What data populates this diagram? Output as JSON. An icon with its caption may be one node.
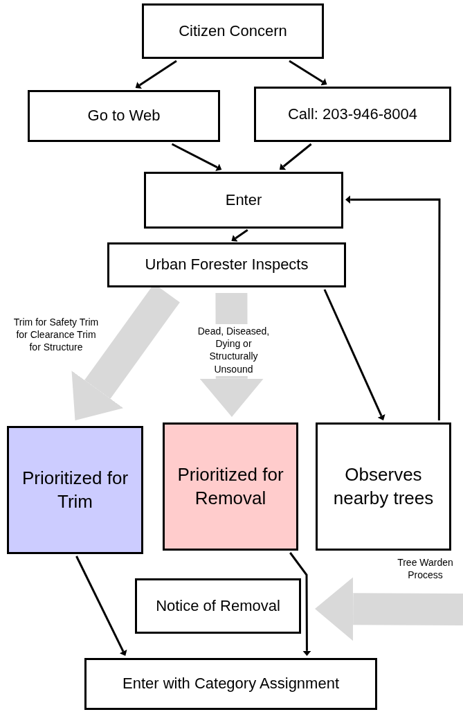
{
  "diagram": {
    "nodes": [
      {
        "text": [
          "Citizen Concern"
        ]
      },
      {
        "text": [
          "Go to Web"
        ]
      },
      {
        "text": [
          "Call: 203-946-8004"
        ]
      },
      {
        "text": [
          "Enter"
        ]
      },
      {
        "text": [
          "Urban Forester Inspects"
        ]
      },
      {
        "text": [
          "Prioritized for Trim"
        ]
      },
      {
        "text": [
          "Prioritized for Removal"
        ]
      },
      {
        "text": [
          "Observes nearby trees"
        ]
      },
      {
        "text": [
          "Notice of Removal"
        ]
      },
      {
        "text": [
          "Enter with Category Assignment"
        ]
      }
    ],
    "edges": [
      {
        "from": 0,
        "to": 1,
        "arrow": "to"
      },
      {
        "from": 0,
        "to": 2,
        "arrow": "to"
      },
      {
        "from": 1,
        "to": 3,
        "arrow": "to"
      },
      {
        "from": 2,
        "to": 3,
        "arrow": "to"
      },
      {
        "from": 3,
        "to": 4,
        "arrow": "to"
      },
      {
        "from": 4,
        "to": 5,
        "arrow": "to",
        "label": "Trim for Safety Trim for Clearance Trim for Structure",
        "style": "thick",
        "color": "#d9d9d9"
      },
      {
        "from": 4,
        "to": 6,
        "arrow": "to",
        "label": "Dead, Diseased, Dying or Structurally Unsound",
        "style": "thick",
        "color": "#d9d9d9"
      },
      {
        "from": 4,
        "to": 7,
        "arrow": "to"
      },
      {
        "from": 7,
        "to": 3,
        "arrow": "to"
      },
      {
        "from": 5,
        "to": 9,
        "arrow": "to"
      },
      {
        "from": 6,
        "to": 9,
        "arrow": "to"
      },
      {
        "from": null,
        "to": 8,
        "arrow": "to",
        "label": "Tree Warden Process",
        "style": "thick",
        "color": "#d9d9d9"
      }
    ]
  }
}
